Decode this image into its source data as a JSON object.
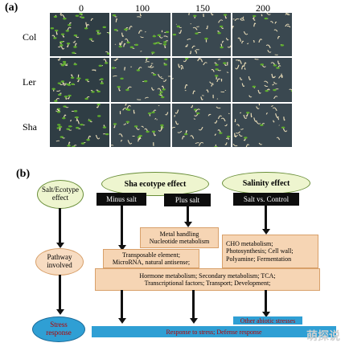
{
  "panel_a": {
    "label": "(a)",
    "columns": [
      "0",
      "100",
      "150",
      "200"
    ],
    "rows": [
      "Col",
      "Ler",
      "Sha"
    ]
  },
  "panel_b": {
    "label": "(b)",
    "salt_ecotype_effect": "Salt/Ecotype effect",
    "pathway_involved": "Pathway involved",
    "stress_response": "Stress response",
    "sha_ecotype_effect": "Sha ecotype effect",
    "salinity_effect": "Salinity effect",
    "minus_salt": "Minus salt",
    "plus_salt": "Plus salt",
    "salt_vs_control": "Salt vs. Control",
    "metal_handling": "Metal handling",
    "nucleotide_metabolism": "Nucleotide metabolism",
    "transposable_line1": "Transposable element;",
    "transposable_line2": "MicroRNA, natural antisense;",
    "cho_line1": "CHO metabolism;",
    "cho_line2": "Photosynthesis; Cell wall;",
    "cho_line3": "Polyamine; Fermentation",
    "hormone_line1": "Hormone metabolism; Secondary metabolism; TCA;",
    "hormone_line2": "Transcriptional factors; Transport; Development;",
    "other_abiotic": "Other abiotic stresses",
    "defense_response": "Response to stress; Defense response"
  },
  "watermark": "萌探说",
  "colors": {
    "oval_fill": "#eef5cf",
    "peach": "#f6d5b4",
    "blue": "#2f9fd4",
    "photo_bg": "#34424a"
  }
}
